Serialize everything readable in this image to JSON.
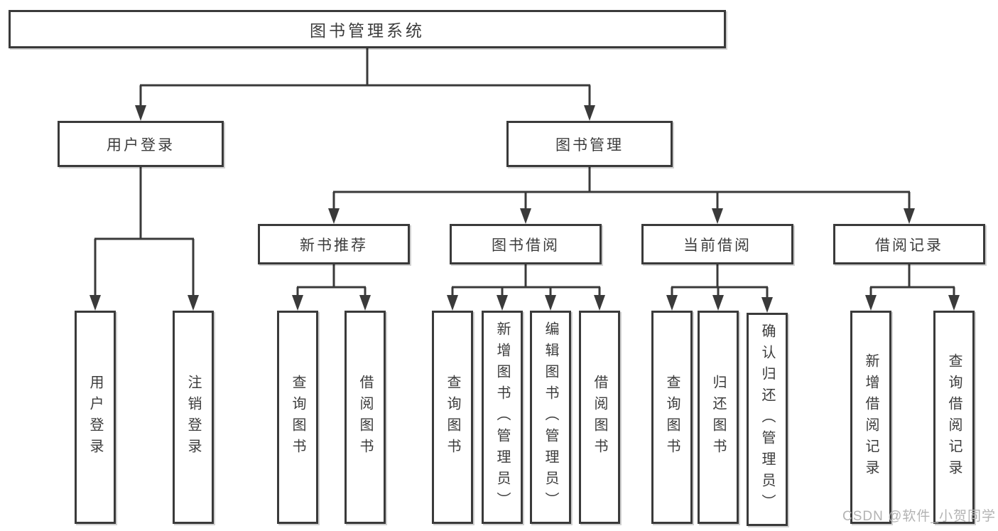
{
  "diagram": {
    "root": {
      "label": "图书管理系统"
    },
    "level2": [
      {
        "label": "用户登录",
        "parent": "图书管理系统"
      },
      {
        "label": "图书管理",
        "parent": "图书管理系统"
      }
    ],
    "level3": [
      {
        "label": "新书推荐",
        "parent": "图书管理"
      },
      {
        "label": "图书借阅",
        "parent": "图书管理"
      },
      {
        "label": "当前借阅",
        "parent": "图书管理"
      },
      {
        "label": "借阅记录",
        "parent": "图书管理"
      }
    ],
    "leaves": [
      {
        "label": "用户登录",
        "parent": "用户登录"
      },
      {
        "label": "注销登录",
        "parent": "用户登录"
      },
      {
        "label": "查询图书",
        "parent": "新书推荐"
      },
      {
        "label": "借阅图书",
        "parent": "新书推荐"
      },
      {
        "label": "查询图书",
        "parent": "图书借阅"
      },
      {
        "label": "新增图书（管理员）",
        "parent": "图书借阅"
      },
      {
        "label": "编辑图书（管理员）",
        "parent": "图书借阅"
      },
      {
        "label": "借阅图书",
        "parent": "图书借阅"
      },
      {
        "label": "查询图书",
        "parent": "当前借阅"
      },
      {
        "label": "归还图书",
        "parent": "当前借阅"
      },
      {
        "label": "确认归还（管理员）",
        "parent": "当前借阅"
      },
      {
        "label": "新增借阅记录",
        "parent": "借阅记录"
      },
      {
        "label": "查询借阅记录",
        "parent": "借阅记录"
      }
    ],
    "watermark": {
      "label": "CSDN @软件_小贺同学"
    },
    "colors": {
      "line": "#3a3a3a",
      "text": "#3c3c3c",
      "box_background": "#ffffff",
      "page_background": "#ffffff",
      "watermark_text": "#b3b3b3"
    }
  }
}
